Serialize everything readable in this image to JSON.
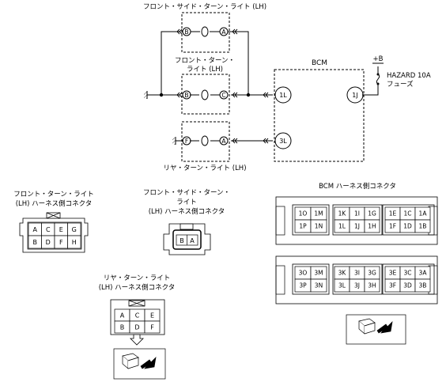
{
  "circuit": {
    "front_side_lamp_label": "フロント・サイド・ターン・ライト (LH)",
    "front_lamp_label_line1": "フロント・ターン・",
    "front_lamp_label_line2": "ライト (LH)",
    "rear_lamp_label": "リヤ・ターン・ライト (LH)",
    "bcm_label": "BCM",
    "fuse_plus": "+B",
    "fuse_name": "HAZARD 10A",
    "fuse_type": "フューズ",
    "pins": {
      "side_b": "B",
      "side_a": "A",
      "front_b": "B",
      "front_c": "C",
      "rear_f": "F",
      "rear_a": "A",
      "bcm_1l": "1L",
      "bcm_3l": "3L",
      "bcm_1j": "1J"
    }
  },
  "connectors": {
    "front_lamp": {
      "title_line1": "フロント・ターン・ライト",
      "title_line2": "(LH) ハーネス側コネクタ",
      "row1": [
        "A",
        "C",
        "E",
        "G"
      ],
      "row2": [
        "B",
        "D",
        "F",
        "H"
      ]
    },
    "front_side_lamp": {
      "title_line1": "フロント・サイド・ターン・",
      "title_line2": "ライト",
      "title_line3": "(LH) ハーネス側コネクタ",
      "pins": [
        "B",
        "A"
      ]
    },
    "rear_lamp": {
      "title_line1": "リヤ・ターン・ライト",
      "title_line2": "(LH) ハーネス側コネクタ",
      "row1": [
        "A",
        "C",
        "E"
      ],
      "row2": [
        "B",
        "D",
        "F"
      ]
    },
    "bcm": {
      "title": "BCM ハーネス側コネクタ",
      "top_left": [
        [
          "1O",
          "1M"
        ],
        [
          "1P",
          "1N"
        ]
      ],
      "top_mid": [
        [
          "1K",
          "1I",
          "1G"
        ],
        [
          "1L",
          "1J",
          "1H"
        ]
      ],
      "top_right": [
        [
          "1E",
          "1C",
          "1A"
        ],
        [
          "1F",
          "1D",
          "1B"
        ]
      ],
      "bot_left": [
        [
          "3O",
          "3M"
        ],
        [
          "3P",
          "3N"
        ]
      ],
      "bot_mid": [
        [
          "3K",
          "3I",
          "3G"
        ],
        [
          "3L",
          "3J",
          "3H"
        ]
      ],
      "bot_right": [
        [
          "3E",
          "3C",
          "3A"
        ],
        [
          "3F",
          "3D",
          "3B"
        ]
      ]
    }
  }
}
